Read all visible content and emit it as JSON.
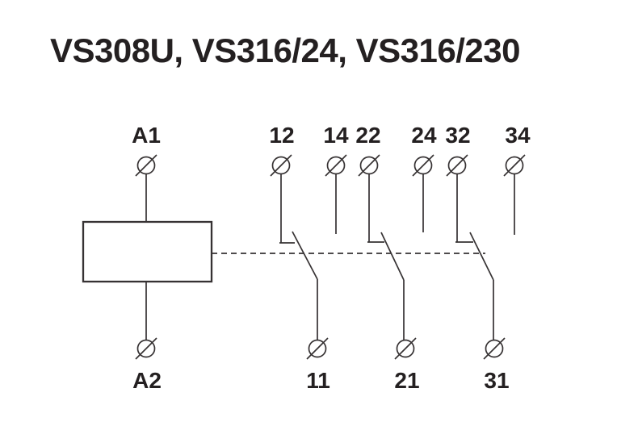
{
  "title": "VS308U, VS316/24, VS316/230",
  "colors": {
    "line": "#363233",
    "text": "#242021",
    "background": "#ffffff"
  },
  "terminals": {
    "top": {
      "a1": "A1",
      "t12": "12",
      "t14": "14",
      "t22": "22",
      "t24": "24",
      "t32": "32",
      "t34": "34"
    },
    "bottom": {
      "a2": "A2",
      "t11": "11",
      "t21": "21",
      "t31": "31"
    }
  }
}
